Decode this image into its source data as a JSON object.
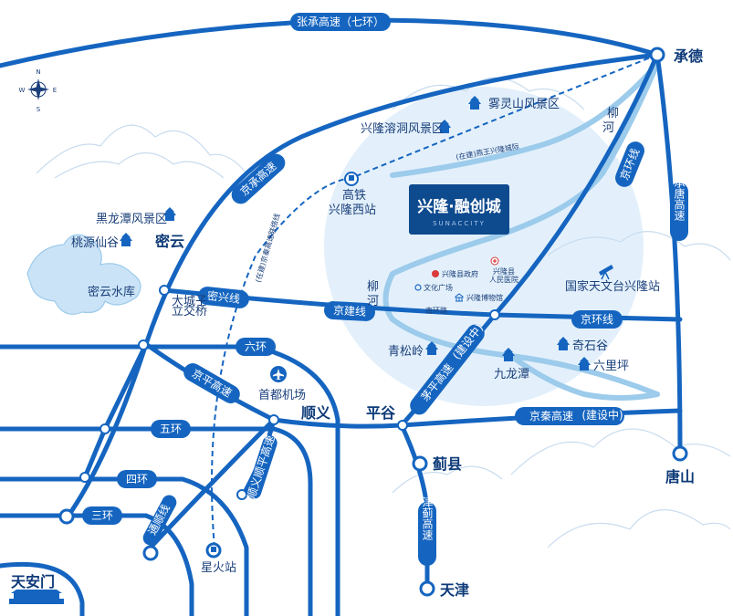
{
  "roads": {
    "ring7": "张承高速（七环）",
    "jingcheng": "京承高速",
    "mixing": "密兴线",
    "jingjian": "京建线",
    "jinghuan_n": "京环线",
    "jinghuan_e": "京环线",
    "chengtang": "承唐高速",
    "ring6": "六环",
    "ring5": "五环",
    "ring4": "四环",
    "ring3": "三环",
    "jingping": "京平高速",
    "jingqin": "京秦高速",
    "jingqin_note": "(建设中)",
    "maoping": "茅平高速",
    "maoping_note": "(建设中)",
    "jinji": "津蓟高速",
    "huanan_road": "南环路",
    "yanwangzhong": "(在建)燕王兴隆城际",
    "yanwang_note": "(在建)",
    "yanwang_rail": "燕王兴隆城际",
    "jingmi_rail": "(在建)京秦高速联络线",
    "shunyi_line": "顺义顺平高速",
    "tongzhou_line": "通顺线"
  },
  "places": {
    "chengde": "承德",
    "tangshan": "唐山",
    "tianjin": "天津",
    "jixian": "蓟县",
    "pinggu": "平谷",
    "shunyi": "顺义",
    "miyun": "密云",
    "tiananmen": "天安门",
    "xinghuo": "星火站",
    "airport": "首都机场",
    "dachengzi": "大城子",
    "dachengzi2": "立交桥",
    "gaotie": "高铁",
    "xinglongxi": "兴隆西站",
    "miyun_reservoir": "密云水库",
    "heilongtan": "黑龙潭风景区",
    "taoyuan": "桃源仙谷",
    "wulingshan": "雾灵山风景区",
    "xinglong_cave": "兴隆溶洞风景区",
    "qingsongling": "青松岭",
    "jiulongtan": "九龙潭",
    "qishigu": "奇石谷",
    "liulimping": "六里坪",
    "observatory": "国家天文台兴隆站",
    "gov": "兴隆县政府",
    "hospital": "兴隆县",
    "hospital2": "人民医院",
    "plaza": "文化广场",
    "museum": "兴隆博物馆",
    "river_liu_n": "柳",
    "river_he_n": "河",
    "river_liu_w": "柳",
    "river_he_w": "河"
  },
  "project": {
    "name": "兴隆·融创城",
    "sub": "SUNACCITY"
  },
  "compass": {
    "n": "N",
    "s": "S",
    "e": "E",
    "w": "W"
  },
  "colors": {
    "road": "#1565c0",
    "road_light": "#5b97d6",
    "river": "#9ccbeb",
    "halo": "#e3f0fb",
    "project_box": "#0e4a8e",
    "text": "#1a3f7a"
  }
}
